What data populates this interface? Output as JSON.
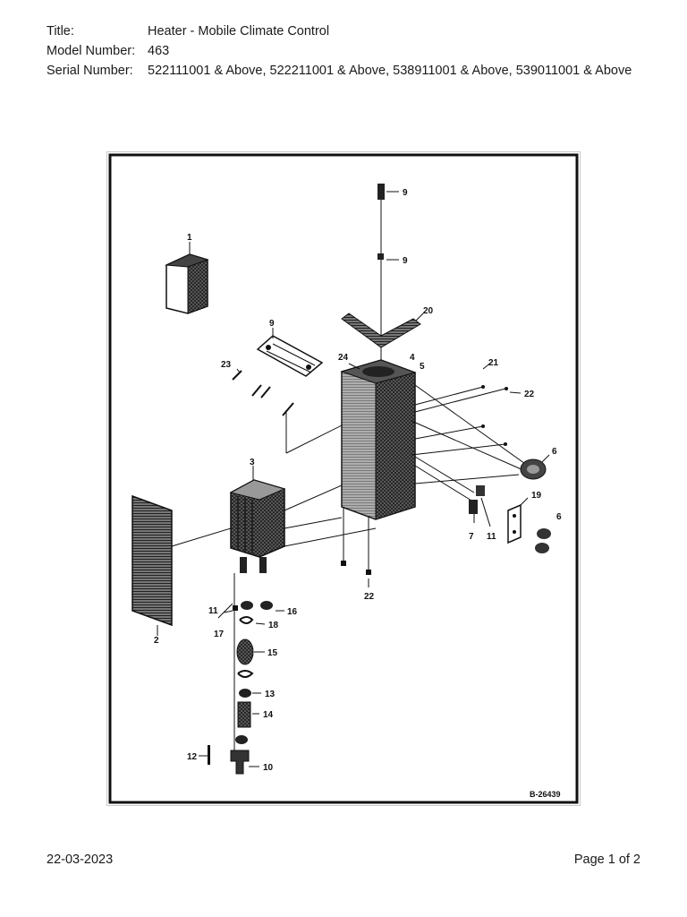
{
  "header": {
    "title_label": "Title:",
    "title_value": "Heater - Mobile Climate Control",
    "model_label": "Model Number:",
    "model_value": "463",
    "serial_label": "Serial Number:",
    "serial_value": "522111001 & Above, 522211001 & Above, 538911001 & Above, 539011001 & Above"
  },
  "diagram": {
    "ref_number": "B-26439",
    "callouts": {
      "c1": "1",
      "c2": "2",
      "c3": "3",
      "c4": "4",
      "c5": "5",
      "c6a": "6",
      "c6b": "6",
      "c7": "7",
      "c9a": "9",
      "c9b": "9",
      "c9c": "9",
      "c10": "10",
      "c11a": "11",
      "c11b": "11",
      "c12": "12",
      "c13": "13",
      "c14": "14",
      "c15": "15",
      "c16": "16",
      "c17": "17",
      "c18": "18",
      "c19": "19",
      "c20": "20",
      "c21": "21",
      "c22a": "22",
      "c22b": "22",
      "c23": "23",
      "c24": "24"
    }
  },
  "footer": {
    "date": "22-03-2023",
    "page": "Page 1 of 2"
  }
}
